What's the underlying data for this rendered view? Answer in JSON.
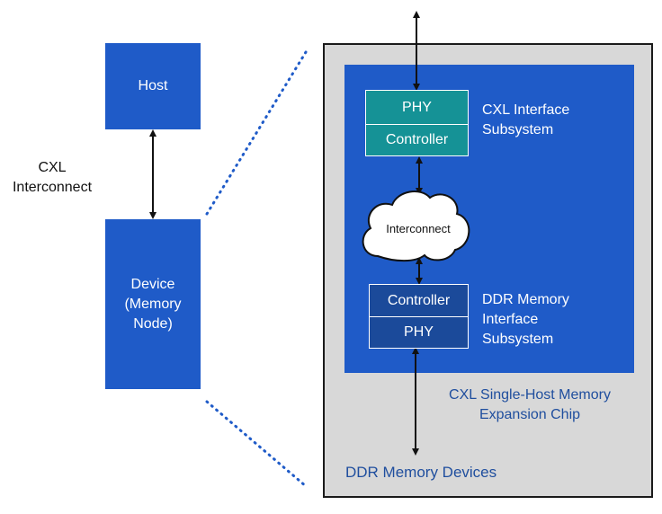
{
  "left": {
    "host_label": "Host",
    "interconnect_label_line1": "CXL",
    "interconnect_label_line2": "Interconnect",
    "device_line1": "Device",
    "device_line2": "(Memory",
    "device_line3": "Node)"
  },
  "chip": {
    "cxl_phy": "PHY",
    "cxl_controller": "Controller",
    "cxl_subsystem_line1": "CXL Interface",
    "cxl_subsystem_line2": "Subsystem",
    "cloud_label": "Interconnect",
    "ddr_controller": "Controller",
    "ddr_phy": "PHY",
    "ddr_subsystem_line1": "DDR Memory",
    "ddr_subsystem_line2": "Interface",
    "ddr_subsystem_line3": "Subsystem",
    "chip_caption_line1": "CXL Single-Host Memory",
    "chip_caption_line2": "Expansion Chip",
    "ddr_devices": "DDR Memory Devices"
  },
  "colors": {
    "blue": "#1f5bc8",
    "teal": "#159296",
    "navy": "#1b4a9a",
    "gray": "#d8d8d8"
  }
}
